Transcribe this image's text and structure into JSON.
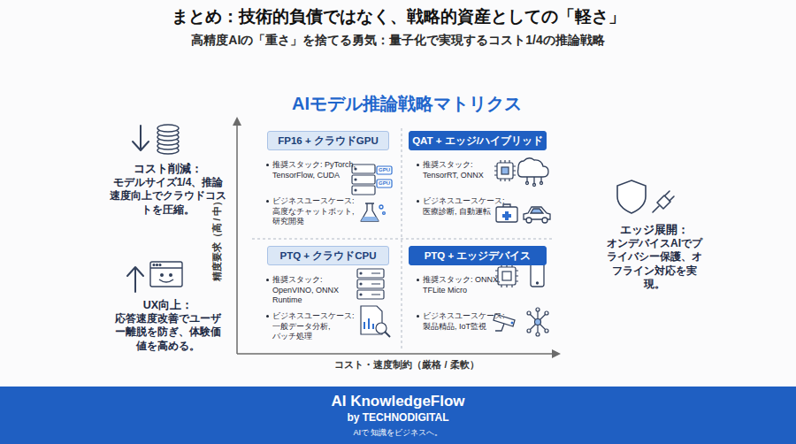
{
  "diagram": {
    "title": "まとめ：技術的負債ではなく、戦略的資産としての「軽さ」",
    "nodes": [
      {
        "text": [
          "FP16 + クラウドGPU",
          "推奨スタック: PyTorch, TensorFlow, CUDA",
          "ビジネスユースケース: 高度なチャットボット, 研究開発"
        ]
      },
      {
        "text": [
          "QAT + エッジ/ハイブリッド",
          "推奨スタック: TensorRT, ONNX",
          "ビジネスユースケース: 医療診断, 自動運転"
        ]
      },
      {
        "text": [
          "PTQ + クラウドCPU",
          "推奨スタック: OpenVINO, ONNX Runtime",
          "ビジネスユースケース: 一般データ分析, バッチ処理"
        ]
      },
      {
        "text": [
          "PTQ + エッジデバイス",
          "推奨スタック: ONNX, TFLite Micro",
          "ビジネスユースケース: 製品精品, IoT監視"
        ]
      },
      {
        "text": [
          "AI KnowledgeFlow",
          "by TECHNODIGITAL",
          "AIで 知識をビジネスへ。"
        ]
      }
    ],
    "labels": [
      "高精度AIの「重さ」を捨てる勇気：量子化で実現するコスト1/4の推論戦略",
      "AIモデル推論戦略マトリクス",
      "コスト削減：",
      "モデルサイズ1/4、推論速度向上でクラウドコストを圧縮。",
      "UX向上：",
      "応答速度改善でユーザー離脱を防ぎ、体験価値を高める。",
      "エッジ展開：",
      "オンデバイスAIでプライバシー保護、オフライン対応を実現。",
      "精度要求（高 / 中）",
      "コスト・速度制約（厳格 / 柔軟）",
      "GPU",
      "GPU"
    ]
  }
}
